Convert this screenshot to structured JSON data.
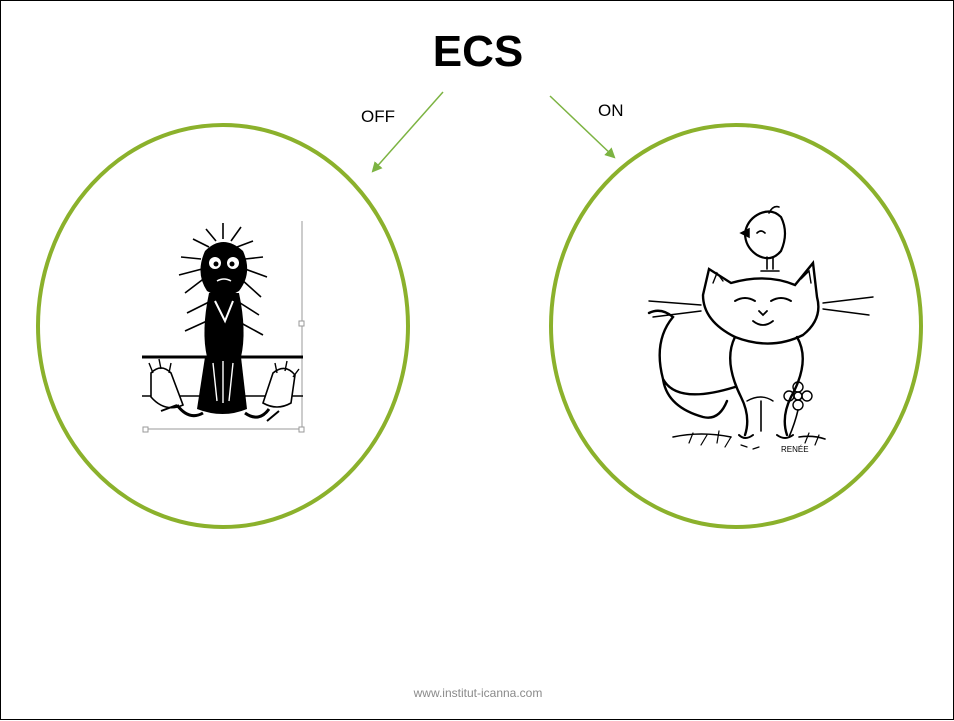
{
  "title": "ECS",
  "branches": {
    "off": {
      "label": "OFF"
    },
    "on": {
      "label": "ON"
    }
  },
  "signature": "RENÉE",
  "footer": "www.institut-icanna.com",
  "colors": {
    "circle_stroke": "#8bb12c",
    "arrow": "#7cb342",
    "ink": "#000000",
    "footer_text": "#8a8a8a"
  },
  "icons": {
    "off": "stressed-cat-illustration",
    "on": "happy-cat-with-bird-illustration"
  }
}
